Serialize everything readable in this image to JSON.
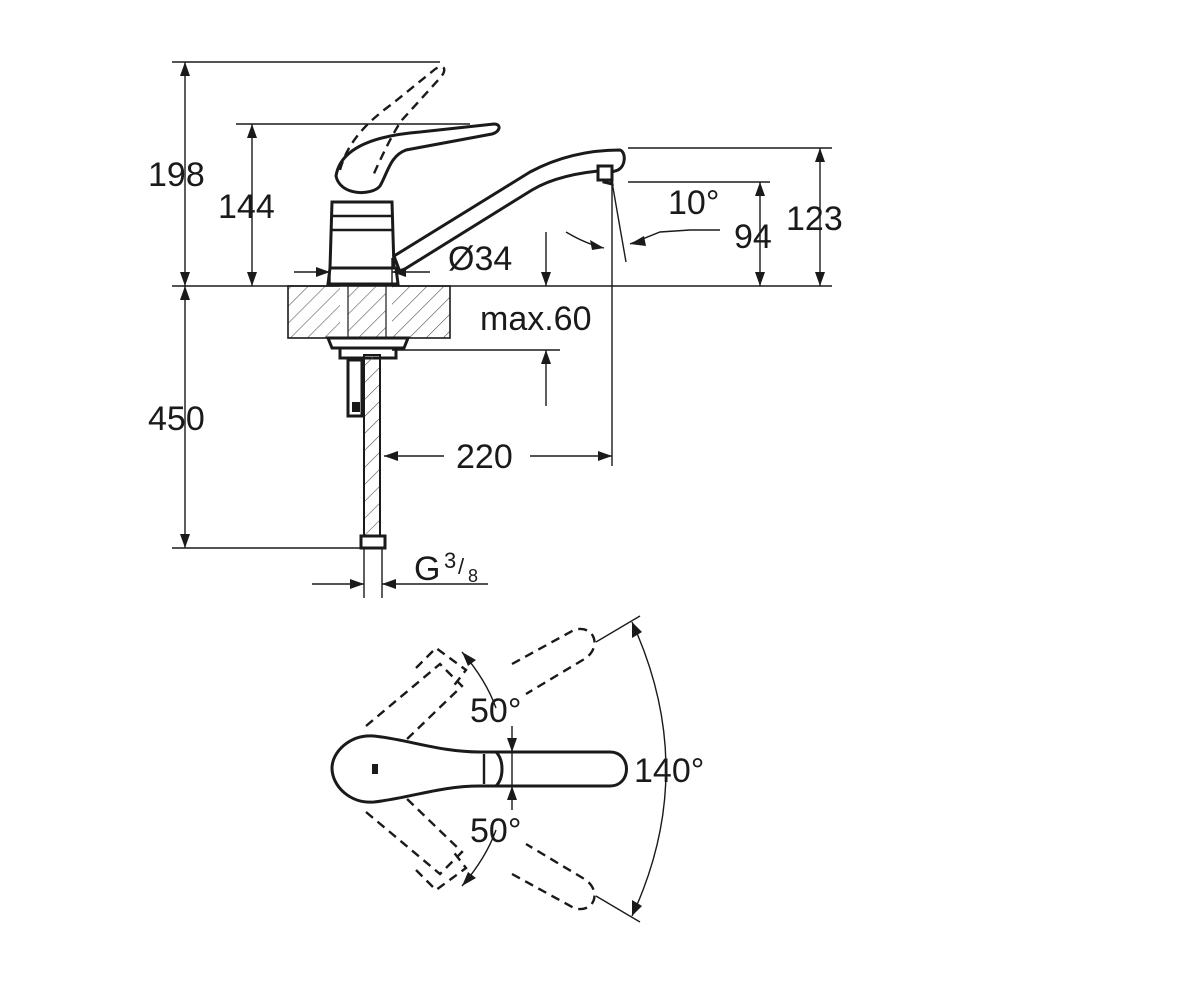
{
  "side_view": {
    "dim_total_height": "198",
    "dim_body_height": "144",
    "dim_outlet_height": "123",
    "dim_spout_clearance": "94",
    "dim_spout_angle": "10°",
    "dim_base_diameter": "Ø34",
    "dim_max_countertop": "max.60",
    "dim_hose_length": "450",
    "dim_reach": "220",
    "connection_thread": "G",
    "connection_num": "3",
    "connection_den": "8"
  },
  "top_view": {
    "lever_angle_left": "50°",
    "lever_angle_right": "50°",
    "spout_swivel": "140°"
  }
}
